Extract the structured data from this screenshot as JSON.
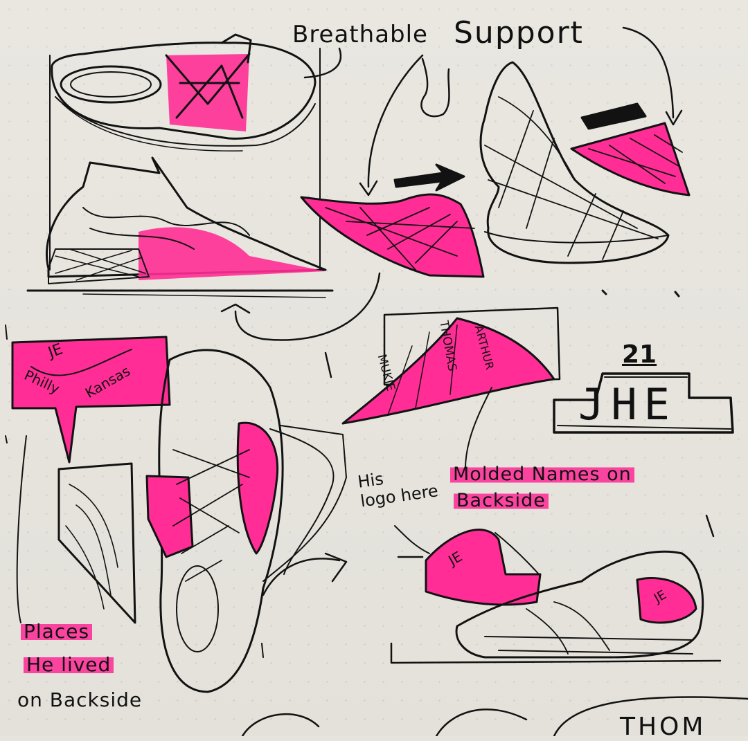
{
  "colors": {
    "paper": "#e6e4dd",
    "ink": "#121212",
    "highlighter": "#ff2d95"
  },
  "annotations": {
    "breathable": "Breathable",
    "support": "Support",
    "his_logo": "His\nlogo here",
    "molded_names_line1": "Molded Names on",
    "molded_names_line2": "Backside",
    "places_line1": "Places",
    "places_line2": "He lived",
    "places_line3": "on Backside"
  },
  "tags": {
    "je": "JE",
    "philly": "Philly",
    "kansas": "Kansas",
    "mukie": "MUKIE",
    "thomas": "THOMAS",
    "arthur": "ARTHUR",
    "number": "21",
    "monogram": "JHE",
    "bottom_cut": "THOM"
  }
}
